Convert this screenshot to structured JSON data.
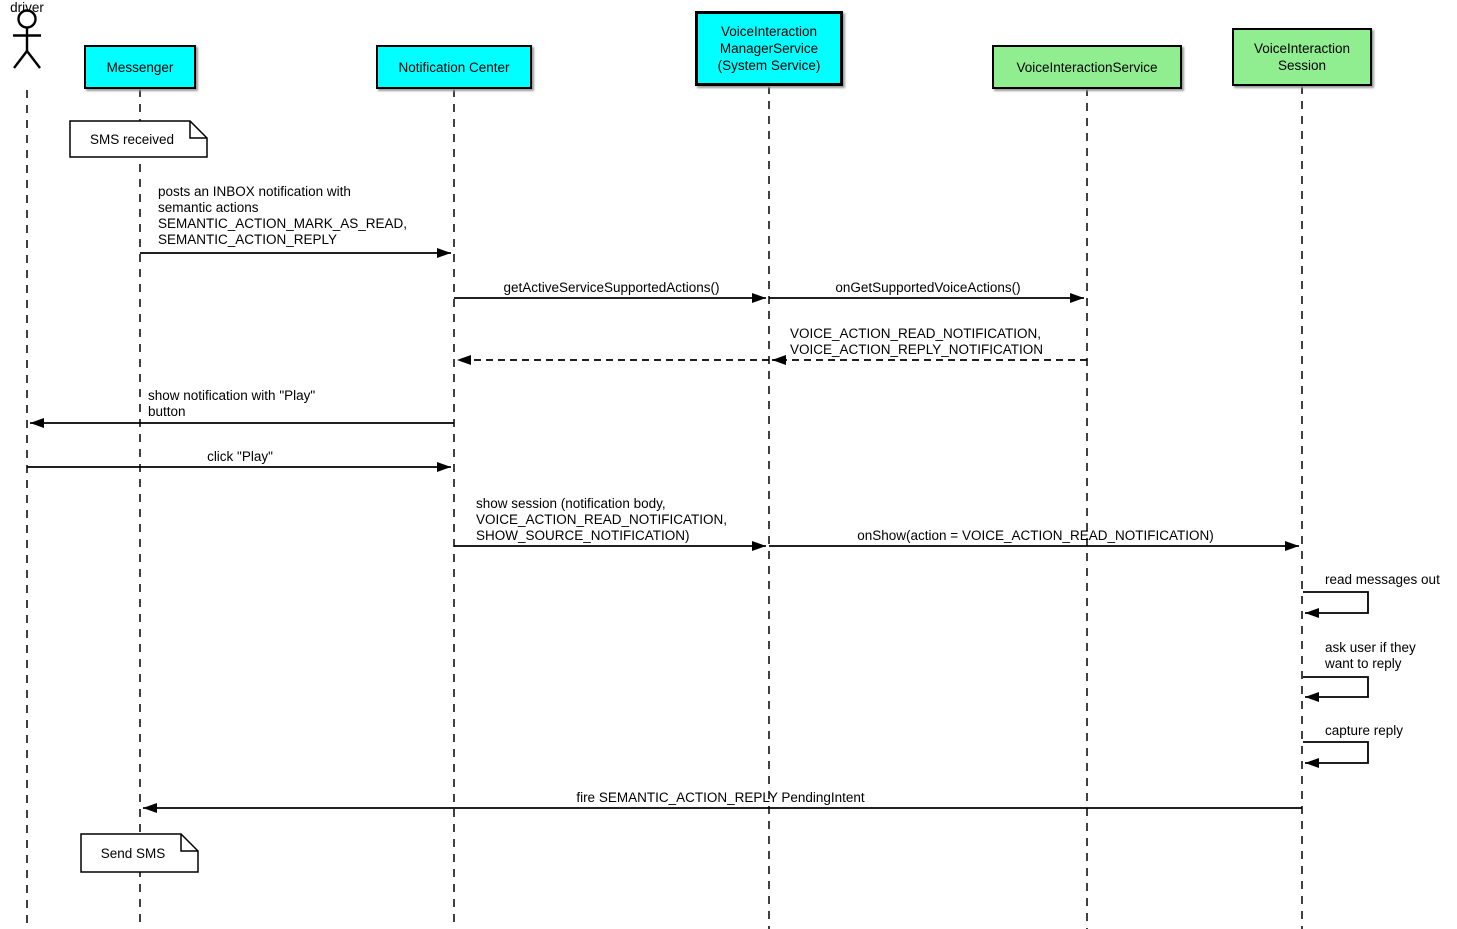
{
  "actor": {
    "label": "driver"
  },
  "participants": [
    {
      "id": "messenger",
      "label": "Messenger",
      "kind": "system"
    },
    {
      "id": "notification-center",
      "label": "Notification Center",
      "kind": "system"
    },
    {
      "id": "voice-interaction-manager-service",
      "label": "VoiceInteraction\nManagerService\n(System Service)",
      "kind": "system"
    },
    {
      "id": "voice-interaction-service",
      "label": "VoiceInteractionService",
      "kind": "service"
    },
    {
      "id": "voice-interaction-session",
      "label": "VoiceInteraction\nSession",
      "kind": "service"
    }
  ],
  "notes": [
    {
      "text": "SMS received"
    },
    {
      "text": "Send SMS"
    }
  ],
  "messages": [
    {
      "from": "Messenger",
      "to": "Notification Center",
      "type": "solid",
      "label": "posts an INBOX notification with\nsemantic actions\nSEMANTIC_ACTION_MARK_AS_READ,\nSEMANTIC_ACTION_REPLY"
    },
    {
      "from": "Notification Center",
      "to": "VoiceInteraction ManagerService",
      "type": "solid",
      "label": "getActiveServiceSupportedActions()"
    },
    {
      "from": "VoiceInteraction ManagerService",
      "to": "VoiceInteractionService",
      "type": "solid",
      "label": "onGetSupportedVoiceActions()"
    },
    {
      "from": "VoiceInteractionService",
      "to": "VoiceInteraction ManagerService",
      "type": "dashed-return",
      "label": "VOICE_ACTION_READ_NOTIFICATION,\nVOICE_ACTION_REPLY_NOTIFICATION"
    },
    {
      "from": "VoiceInteraction ManagerService",
      "to": "Notification Center",
      "type": "dashed-return",
      "label": ""
    },
    {
      "from": "Notification Center",
      "to": "driver",
      "type": "solid",
      "label": "show notification with \"Play\"\nbutton"
    },
    {
      "from": "driver",
      "to": "Notification Center",
      "type": "solid",
      "label": "click \"Play\""
    },
    {
      "from": "Notification Center",
      "to": "VoiceInteraction ManagerService",
      "type": "solid",
      "label": "show session (notification body,\nVOICE_ACTION_READ_NOTIFICATION,\nSHOW_SOURCE_NOTIFICATION)"
    },
    {
      "from": "VoiceInteraction ManagerService",
      "to": "VoiceInteraction Session",
      "type": "solid",
      "label": "onShow(action = VOICE_ACTION_READ_NOTIFICATION)"
    },
    {
      "from": "VoiceInteraction Session",
      "to": "VoiceInteraction Session",
      "type": "self",
      "label": "read messages out"
    },
    {
      "from": "VoiceInteraction Session",
      "to": "VoiceInteraction Session",
      "type": "self",
      "label": "ask user if they\nwant to reply"
    },
    {
      "from": "VoiceInteraction Session",
      "to": "VoiceInteraction Session",
      "type": "self",
      "label": "capture reply"
    },
    {
      "from": "VoiceInteraction Session",
      "to": "Messenger",
      "type": "solid",
      "label": "fire SEMANTIC_ACTION_REPLY PendingIntent"
    }
  ],
  "colors": {
    "system-fill": "#00FFFF",
    "service-fill": "#90EE90",
    "note-fill": "#FFFFFF",
    "line": "#000000",
    "background": "#FFFFFF"
  }
}
